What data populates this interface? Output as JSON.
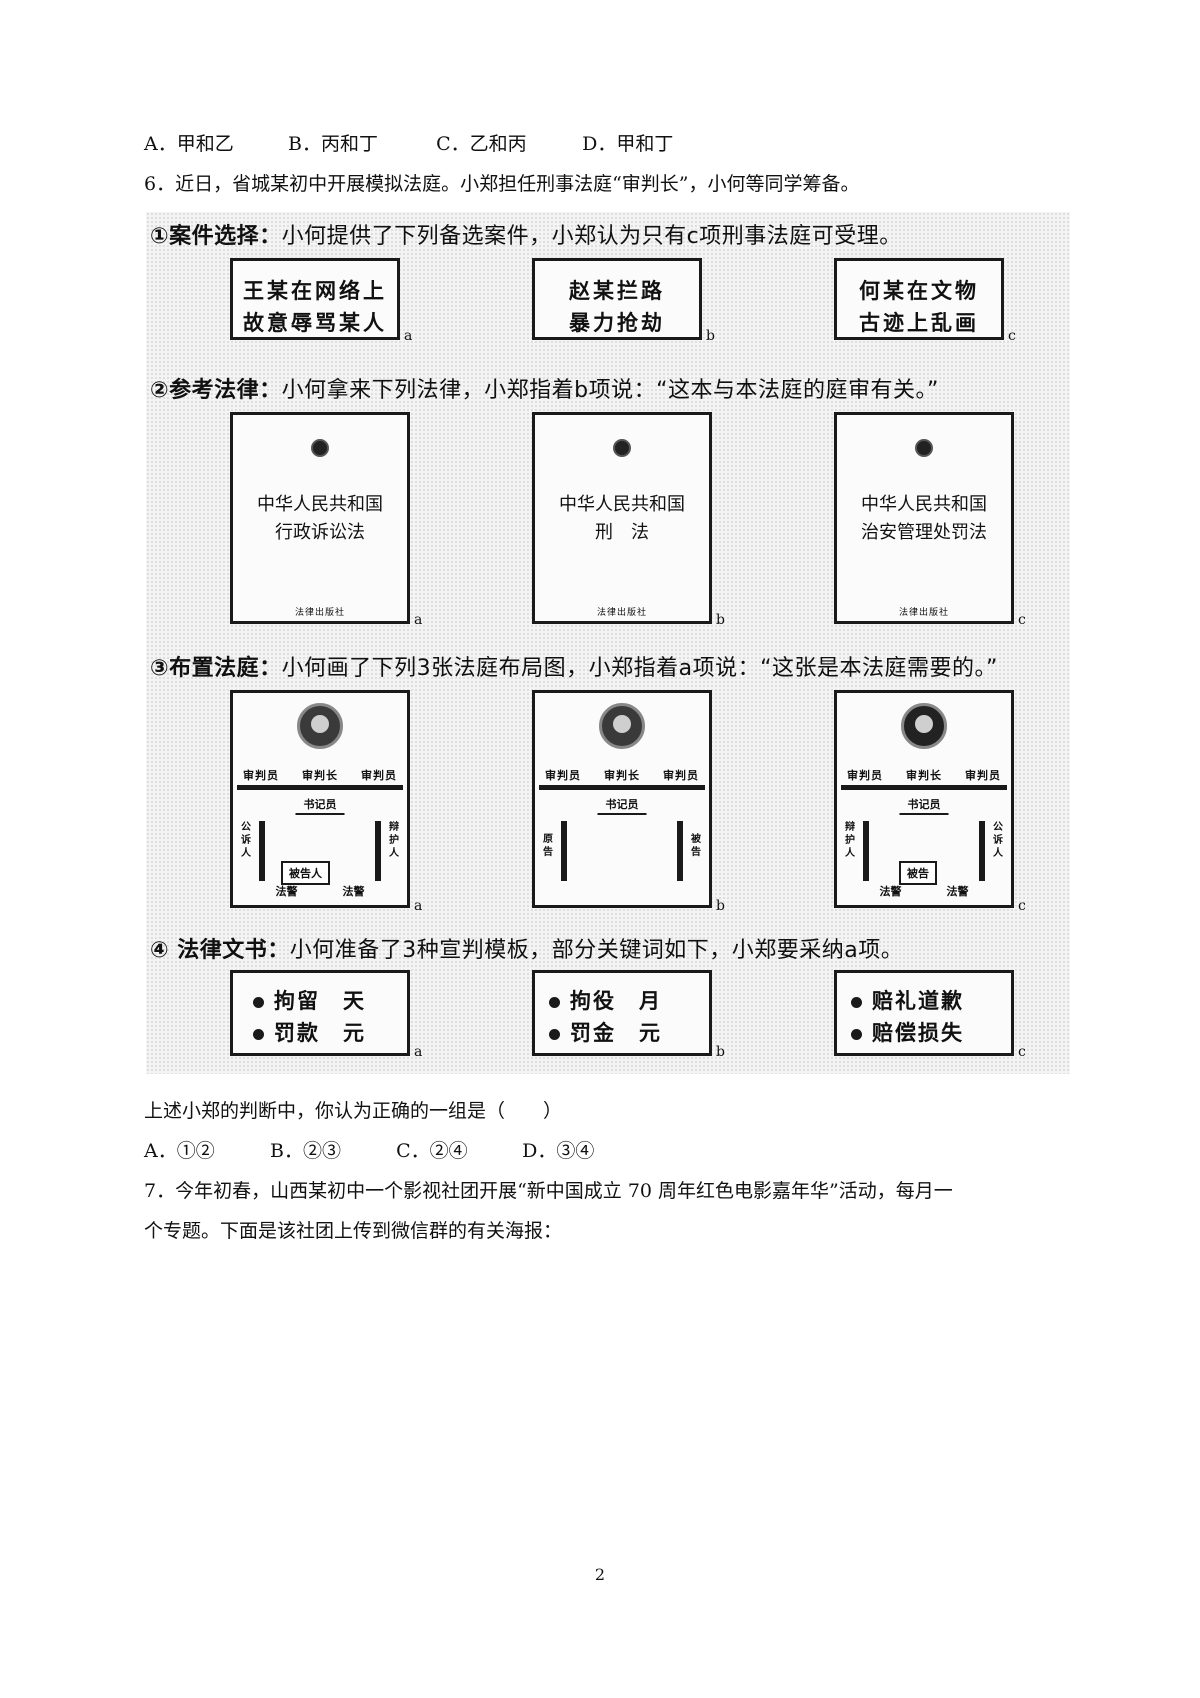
{
  "q5_options": [
    "A．甲和乙",
    "B．丙和丁",
    "C．乙和丙",
    "D．甲和丁"
  ],
  "q6": {
    "stem": "6．近日，省城某初中开展模拟法庭。小郑担任刑事法庭“审判长”，小何等同学筹备。",
    "figure": {
      "sec1": {
        "head": "①案件选择：",
        "rest": "小何提供了下列备选案件，小郑认为只有c项刑事法庭可受理。",
        "cases": [
          {
            "line1": "王某在网络上",
            "line2": "故意辱骂某人",
            "tag": "a"
          },
          {
            "line1": "赵某拦路",
            "line2": "暴力抢劫",
            "tag": "b"
          },
          {
            "line1": "何某在文物",
            "line2": "古迹上乱画",
            "tag": "c"
          }
        ]
      },
      "sec2": {
        "head": "②参考法律：",
        "rest": "小何拿来下列法律，小郑指着b项说：“这本与本法庭的庭审有关。”",
        "books": [
          {
            "line1": "中华人民共和国",
            "line2": "行政诉讼法",
            "publisher": "法律出版社",
            "tag": "a"
          },
          {
            "line1": "中华人民共和国",
            "line2": "刑　法",
            "publisher": "法律出版社",
            "tag": "b"
          },
          {
            "line1": "中华人民共和国",
            "line2": "治安管理处罚法",
            "publisher": "法律出版社",
            "tag": "c"
          }
        ]
      },
      "sec3": {
        "head": "③布置法庭：",
        "rest": "小何画了下列3张法庭布局图，小郑指着a项说：“这张是本法庭需要的。”",
        "layouts": [
          {
            "judges": [
              "审判员",
              "审判长",
              "审判员"
            ],
            "clerk": "书记员",
            "left": "公诉人",
            "right": "辩护人",
            "defendant": "被告人",
            "bailiffs": [
              "法警",
              "法警"
            ],
            "tag": "a"
          },
          {
            "judges": [
              "审判员",
              "审判长",
              "审判员"
            ],
            "clerk": "书记员",
            "left": "原告",
            "right": "被告",
            "defendant": "",
            "bailiffs": [],
            "tag": "b"
          },
          {
            "judges": [
              "审判员",
              "审判长",
              "审判员"
            ],
            "clerk": "书记员",
            "left": "辩护人",
            "right": "公诉人",
            "defendant": "被告",
            "bailiffs": [
              "法警",
              "法警"
            ],
            "tag": "c"
          }
        ]
      },
      "sec4": {
        "head": "④ 法律文书：",
        "rest": "小何准备了3种宣判模板，部分关键词如下，小郑要采纳a项。",
        "docs": [
          {
            "line1": "拘留　天",
            "line2": "罚款　元",
            "tag": "a"
          },
          {
            "line1": "拘役　月",
            "line2": "罚金　元",
            "tag": "b"
          },
          {
            "line1": "赔礼道歉",
            "line2": "赔偿损失",
            "tag": "c"
          }
        ]
      }
    },
    "question": "上述小郑的判断中，你认为正确的一组是（　　）",
    "options": [
      "A．①②",
      "B．②③",
      "C．②④",
      "D．③④"
    ]
  },
  "q7": {
    "line1": "7．今年初春，山西某初中一个影视社团开展“新中国成立 70 周年红色电影嘉年华”活动，每月一",
    "line2": "个专题。下面是该社团上传到微信群的有关海报："
  },
  "page_number": "2"
}
